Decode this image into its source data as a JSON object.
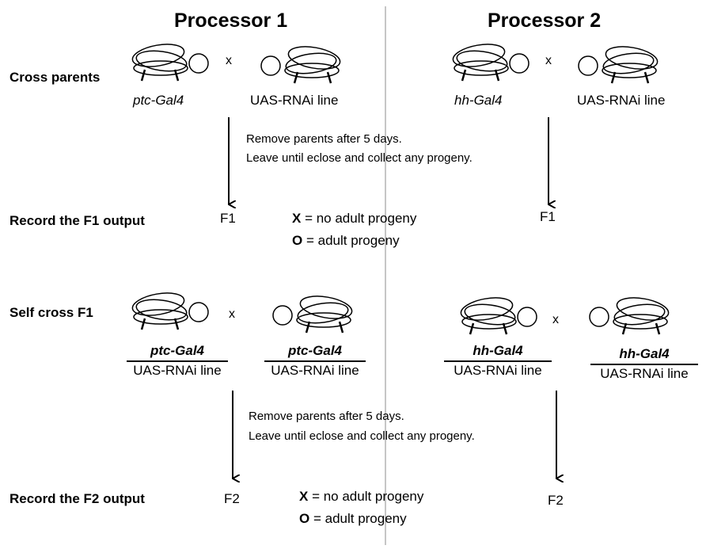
{
  "headings": {
    "p1": "Processor 1",
    "p2": "Processor 2"
  },
  "steps": {
    "cross_parents": "Cross parents",
    "record_f1": "Record the F1 output",
    "self_cross": "Self cross F1",
    "record_f2": "Record the F2 output"
  },
  "cross_symbol": "x",
  "p1": {
    "parent_driver": "ptc-Gal4",
    "parent_uas": "UAS-RNAi line",
    "f1_label": "F1",
    "f2_label": "F2",
    "f1_fraction_top": "ptc-Gal4",
    "f1_fraction_bottom": "UAS-RNAi line"
  },
  "p2": {
    "parent_driver": "hh-Gal4",
    "parent_uas": "UAS-RNAi line",
    "f1_label": "F1",
    "f2_label": "F2",
    "f1_fraction_top": "hh-Gal4",
    "f1_fraction_bottom": "UAS-RNAi line"
  },
  "instructions": {
    "line1": "Remove parents after 5 days.",
    "line2": "Leave until eclose and collect any progeny."
  },
  "legend": {
    "x_symbol": "X",
    "x_text": " = no adult progeny",
    "o_symbol": "O",
    "o_text": " = adult progeny"
  }
}
